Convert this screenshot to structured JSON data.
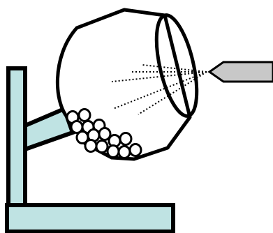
{
  "colors": {
    "stand_fill": "#bfe3e3",
    "nozzle_fill": "#c8c8c8",
    "outline": "#000000",
    "background": "#ffffff"
  },
  "components": [
    "stand-base",
    "stand-post",
    "stand-arm",
    "coating-drum",
    "drum-opening",
    "spray-nozzle",
    "spray-pattern",
    "tablet-bed"
  ]
}
